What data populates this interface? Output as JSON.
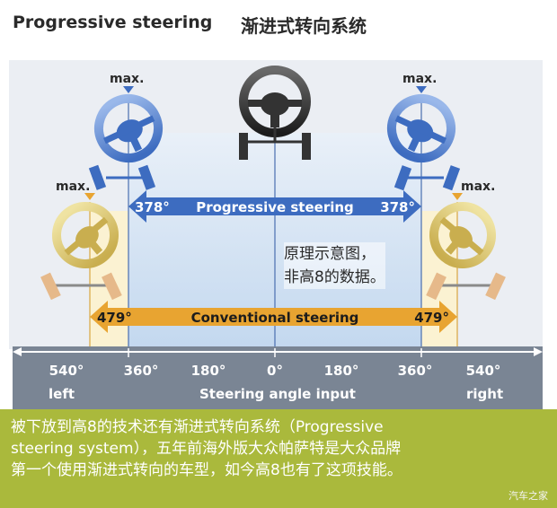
{
  "header": {
    "title_en": "Progressive steering",
    "title_cn": "渐进式转向系统"
  },
  "wheels": {
    "max_label": "max."
  },
  "progressive": {
    "label": "Progressive steering",
    "angle_left": "378°",
    "angle_right": "378°"
  },
  "conventional": {
    "label": "Conventional steering",
    "angle_left": "479°",
    "angle_right": "479°"
  },
  "note": {
    "line1": "原理示意图，",
    "line2": "非高8的数据。"
  },
  "scale": {
    "ticks": [
      "540°",
      "360°",
      "180°",
      "0°",
      "180°",
      "360°",
      "540°"
    ],
    "left_label": "left",
    "center_label": "Steering angle input",
    "right_label": "right"
  },
  "caption": {
    "line1": "被下放到高8的技术还有渐进式转向系统（Progressive",
    "line2": " steering system），五年前海外版大众帕萨特是大众品牌",
    "line3": "第一个使用渐进式转向的车型，如今高8也有了这项技能。"
  },
  "watermark": "汽车之家",
  "colors": {
    "blue": "#4a7fd0",
    "gold": "#e8a431",
    "olive": "#aab93c",
    "panel": "#ebeef3",
    "scale": "#7a8594"
  }
}
